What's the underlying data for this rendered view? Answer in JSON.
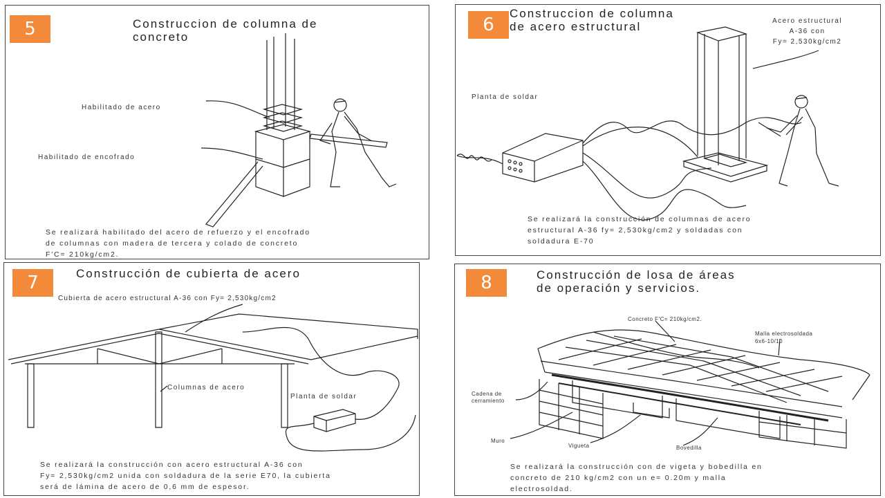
{
  "panels": {
    "p5": {
      "number": "5",
      "title_line1": "Construccion de columna de",
      "title_line2": "concreto",
      "label_acero": "Habilitado de acero",
      "label_encofrado": "Habilitado de encofrado",
      "desc_line1": "Se realizará habilitado del acero de refuerzo y el encofrado",
      "desc_line2": "de columnas con madera de tercera y colado de concreto",
      "desc_line3": "F'C= 210kg/cm2."
    },
    "p6": {
      "number": "6",
      "title_line1": "Construccion de columna",
      "title_line2": "de acero estructural",
      "label_acero_line1": "Acero estructural",
      "label_acero_line2": "A-36 con",
      "label_acero_line3": "Fy= 2,530kg/cm2",
      "label_planta": "Planta de soldar",
      "desc_line1": "Se realizará la construcción de columnas de acero",
      "desc_line2": "estructural A-36 fy= 2,530kg/cm2 y soldadas con",
      "desc_line3": "soldadura E-70"
    },
    "p7": {
      "number": "7",
      "title": "Construcción de cubierta de acero",
      "label_cubierta": "Cubierta de acero estructural A-36 con Fy= 2,530kg/cm2",
      "label_columnas": "Columnas de acero",
      "label_planta": "Planta de soldar",
      "desc_line1": "Se realizará la construcción con acero estructural A-36 con",
      "desc_line2": "Fy= 2,530kg/cm2 unida con soldadura de la serie E70, la cubierta",
      "desc_line3": "será de lámina de acero de 0,6 mm de espesor."
    },
    "p8": {
      "number": "8",
      "title_line1": "Construcción de losa de áreas",
      "title_line2": "de operación y servicios.",
      "label_concreto": "Concreto F'C= 210kg/cm2.",
      "label_malla_line1": "Malla electrosoldada",
      "label_malla_line2": "6x6-10/10",
      "label_cadena_line1": "Cadena de",
      "label_cadena_line2": "cerramiento",
      "label_muro": "Muro",
      "label_vigueta": "Vigueta",
      "label_bovedilla": "Bovedilla",
      "desc_line1": "Se realizará la construcción con de vigeta y bobedilla en",
      "desc_line2": "concreto de 210 kg/cm2 con un e= 0.20m y malla",
      "desc_line3": "electrosoldad."
    }
  },
  "colors": {
    "badge": "#f28a3a",
    "border": "#444444",
    "line": "#222222"
  },
  "icons": [
    "construction-worker-illustration",
    "welding-machine-illustration",
    "steel-column-illustration",
    "steel-roof-truss-illustration",
    "slab-section-illustration"
  ]
}
